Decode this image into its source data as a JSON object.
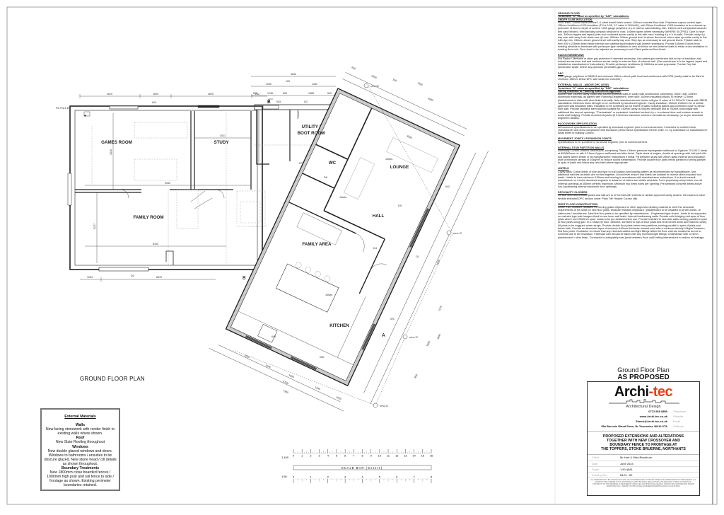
{
  "plan": {
    "title": "GROUND FLOOR PLAN",
    "rooms": {
      "games_room": "GAMES ROOM",
      "study": "STUDY",
      "family_room": "FAMILY ROOM",
      "utility_1": "UTILITY /",
      "utility_2": "BOOT ROOM",
      "wc": "WC",
      "lounge": "LOUNGE",
      "hall": "HALL",
      "family_area": "FAMILY AREA",
      "kitchen": "KITCHEN"
    },
    "tags": {
      "w1": "W1",
      "w2": "W2",
      "w3": "W3",
      "w4": "W4",
      "w5": "W5",
      "w6": "W6",
      "d1": "D1",
      "d2": "D2",
      "d3": "D3",
      "d4": "D4",
      "d5": "D5",
      "d6": "D6",
      "d7": "D7",
      "fit_point": "Fit Point B",
      "new_ic": "new IC",
      "joists": "Joists",
      "section_a": "A",
      "section_b": "B"
    },
    "dims": {
      "top": [
        "3610",
        "1600",
        "4625",
        "262"
      ],
      "study_w": "3021",
      "games_h": "3340",
      "family_w1": "9545",
      "family_w2": "8190",
      "family_h": "5227",
      "bottom": [
        "1264",
        "6576"
      ],
      "ext_top": [
        "4832",
        "100",
        "2260",
        "2462"
      ],
      "ext_top2": [
        "563",
        "1246",
        "890",
        "1585",
        "542"
      ],
      "diag_top": [
        "7300",
        "4800",
        "2500",
        "100",
        "650"
      ],
      "lounge_w": "4500",
      "kitchen_bottom": [
        "1650",
        "1246",
        "1800",
        "1246",
        "1650"
      ],
      "kitchen_total": [
        "6750",
        "7300"
      ],
      "right": [
        "1850",
        "2175",
        "1850",
        "3000",
        "850"
      ]
    }
  },
  "scale_bar": {
    "label": "SCALE BAR (meters)",
    "scale_1": "1:100",
    "scale_2": "1:50",
    "ticks_1": [
      "0",
      "1",
      "2",
      "3",
      "4",
      "5",
      "6",
      "7",
      "8",
      "9",
      "10",
      "11",
      "12",
      "13",
      "14",
      "15",
      "16"
    ],
    "ticks_2": [
      "0",
      "1",
      "2",
      "3",
      "4",
      "5",
      "6",
      "7",
      "8"
    ]
  },
  "external_materials": {
    "title": "External Materials",
    "walls_h": "Walls",
    "walls": "New facing stonework with render finish to existing walls where shown.",
    "roof_h": "Roof",
    "roof": "New Slate Roofing throughout",
    "windows_h": "Windows",
    "windows": "New double glazed windows and doors. Windows to bathrooms / ensuites to be obscure glazed. New stone head / cill details as shown throughout.",
    "boundary_h": "Boundary Treatments",
    "boundary": "New 1800mm close boarded fences / 1000mm high post and rail fence to side / frontage as shown. Existing perimeter boundaries retained."
  },
  "notes": [
    {
      "heading": "GROUND FLOOR",
      "subs": [
        "To achieve \"U\" value as specified by \"SAP\" calculations.",
        "UNDER SLAB INSULATION:"
      ],
      "body": "Floor finish - 65mm sand/cement 1:4, steel trowel finish screed. 100mm concrete floor slab. Polythene vapour control layer. 150mm Kooltherm K103 insulation (FH is 0.38, \"U\" value 0.11W/m²K), with 25mm Kooltherm K103 insulation to be returned up perimeter of floor to depth of screed. 1200 gauge polythene d.p.m. laid on sand blinding. Min. 150mm well compacted hardcore bed sand blinded. Mechanically compact hardcore in max. 150mm layers where necessary (WHERE SLOPED). Dpm to have min. 300mm lapped and taped joints and continued across cavity to link with new / existing d.p.c.'s in walls. Provide cavity d.p. tray over with weep hole ducts over @ max. 900ctrs. Where ground level is above floor level, return dpm up inside cavity to link with dpc min. 150mm above ground level with cavity tray over. Step dpc as necessary to suit ground levels. Thicken slab to form 450 x 225mm deep below internal non loadbearing blockwork wall (where necessary). Provide 100mm Ø ducts from existing airbricks to terminate with periscope type ventilators to new air bricks on new external walls to retain cross ventilation to existing floor void. Floor level to be adjusted as necessary to suit Client preferred floor finish."
    },
    {
      "heading": "RADON MEMBRANE",
      "subs": [],
      "body": "Full Radon / Methane or other gas protection if deemed necessary. Use patent gas membrane laid on top of insulation and extend across inner leaf and continue across cavity to external face of external wall. (Gas membrane is to be lapped, taped and installed as manufacturers' instructions). Provide periscope ventilators @ 1500ctrs around proposals. Provide \"top hat penetration seals\" where any pipework penetrates gas membrane."
    },
    {
      "heading": "DPC",
      "subs": [],
      "body": "1200 gauge polythene to BS6515 set minimum 150mm above path level and continuous with DPM (cavity walls to be filled to minimum 150mm below DPC with weak mix concrete)."
    },
    {
      "heading": "EXTERNAL WALLS - ABOVE DPC LEVEL",
      "subs": [
        "To achieve \"U\" value as specified by \"SAP\" calculations.",
        "Facing materials to Planning Authorities approval."
      ],
      "body": "400mm with 150mm cavity. Build new 400mm external walls in cavity wall construction comprising: Outer Leaf: 100mm stonework externally, as agreed with Planning Department. Inner skin: 100mm insulating blocks, to receive 12.5mm plasterboard on dabs with skim finish internally. Note standard aircrete blocks will give U value of 0.17W/m²K Check with SBEM calculations. Minimum block strength to be confirmed by structural engineer. Cavity insulation: 150mm Dritherm 32 or similar approved wall insulation batts. Insulation to be continued up full extent of walls including gables and continued down to below floor slab. Provide stainless steel wall ties suitable for 150mm cavity at 450ctrs vertically and at 750ctrs horizontally with additional ties around openings. \"Thermabate\" or equivalent, insulated vertical d.p.c. to external door and window reveals to avoid cold bridging. Provide movements joints @ 9.0metres maximum centres in all walls as necessary. (or as per structural engineers details)."
    },
    {
      "heading": "BLOCKWORK SPECIFICATION",
      "subs": [],
      "body": "All blockwork specifications to be specified by structural engineer prior to commencement. Contractor to confirm block manufacturer and show compliance with blockwork performance specification before order, i.e. by submission of manufacturers' detail sheet to building Control."
    },
    {
      "heading": "MOVEMENT JOINTS / EXPANSION JOINTS",
      "subs": [],
      "body": "Specifications to be specified by structural engineer prior to commencement."
    },
    {
      "heading": "INTERNAL STUD PARTITION WALLS",
      "subs": [],
      "body": "Nominally 100mm, exterior dimensions, comprising 75mm x 50mm pressure impregnated softwood or Gyptone 70 0 50 C studs at 600/600mm c/c with 12.5mm Gyproc wallboard and skim finish. Triple studs at angles, double at openings with half-joint cills and plates where timber or as manufacturers' instructions if metal. Fill between studs with 25mm glass mineral wool insulation (with a minimum density of 10kg/m³) to reduce sound transmission. Provide double floor joists below partitions running parallel to span of joists and below any new bath where appropriate."
    },
    {
      "heading": "LINTELS",
      "subs": [],
      "body": "Cavity walls: Catnic lintels of size and type to suit location and loading pattern as recommended by manufacturer. Use additional wall ties as lintels are not tied together. At roof level ensure that lintels are suitable to receive direct imposed roof loads. Lintels to have minimum 150mm end bearing in accordance with manufacturers instructions. If in doubt consult manufacturer or involve structural engineer in advance of orders and obtain schedule. Form proprietary weep-holes over all external openings at 450mm centres maximum. Minimum two weep holes per opening. Pre-stressed concrete lintels above non-loadbearing internal blockwork door openings."
    },
    {
      "heading": "DPC/CAVITY CLOSERS",
      "subs": [],
      "body": "Vertical door and window jambs and sills are to be formed with Cellecta or similar approved cavity closers. Cill closers to have flexible extended DPC section under 'Plain Tile' Header Course cills."
    },
    {
      "heading": "FIRST FLOOR CONSTRUCTION",
      "subs": [],
      "body": "22mm T&G moisture resistant P5 flooring grade chipboard or other approved decking material to meet the structural requirements of BS 5268 on new floor joists. Moisture resistant chipboard / plasterboard to be installed in all wet areas, i.e. bathrooms / ensuites etc. New first floor joists to be specified by manufacturer - Engineered type shown. Joists to be supported on restraint type joist hangers fixed to new inner wall leafs / internal loadbearing walls. Provide solid bridging mid-span of floor joists where over 2500mm span. Joists to be pre-treated before use. Provide restraint to new side walls running parallel to span of floor joists using galv. m.s. straps @ max. 1500ctrs, screwed to tops of floor joists and ends turned down and built into cavity. All joists to be noggued under straps. Provide double floor joists below new partitions running parallel to span of joists and below bath. Provide an absorbent layer of minimum 100mm thickness mineral wool with a minimum density 10kg/m³ between first floor joists. Contractor to ensure that any electrical cables and light fittings within the floor void are located so as not to overheat due to the insulation. Particular care should be taken with any recessed light fittings. Underdrawn with 12.5mm plasterboard + skim finish. Contractor to adequately seal joints between floor/ wall/ ceiling intersections to reduce air leakage."
    }
  ],
  "drawing_title": {
    "line1": "Ground Floor Plan",
    "line2": "AS PROPOSED"
  },
  "title_block": {
    "logo_a": "Archi",
    "logo_dash": "-",
    "logo_b": "tec",
    "logo_sub": "Architectural Design",
    "accent": "#e8401c",
    "contacts": [
      {
        "value": "0772 565 8850",
        "key": "Telephone"
      },
      {
        "value": "www.Archi-tec.co.uk",
        "key": "Website"
      },
      {
        "value": "Simon@Archi-tec.co.uk",
        "key": "Email"
      },
      {
        "value": "35a Burcote Wood Farm, Nr Towcester, NN12 6TA",
        "key": "Address"
      }
    ],
    "project": [
      "PROPOSED EXTENSIONS AND ALTERATIONS",
      "TOGETHER WITH NEW CROSSOVER AND",
      "BOUNDARY FENCE TO FRONTAGE AT",
      "THE TOPPERS, STOKE BRUERNE, NORTHANTS"
    ],
    "info": [
      {
        "key": "Client",
        "value": "Mr Hart & Miss Blackburn"
      },
      {
        "key": "Date",
        "value": "June 2024"
      },
      {
        "key": "Scale",
        "value": "1:50 @A1"
      },
      {
        "key": "Drawing No",
        "value": "B124 - 50"
      }
    ],
    "disclaimer": "ALL DIMENSIONS TO BE CHECKED ON SITE. ANY DISCREPANCIES TO BE DISCUSSED AND AGREED PRIOR TO PROCEEDING. ALL WORKS TO BE CARRIED OUT IN ACCORDANCE WITH BUILDING REGULATIONS AND RELEVANT CODES OF PRACTICE. COPYRIGHT OF THIS DRAWING IS RETAINED BY ARCHI-TEC ARCHITECTURAL DESIGN. STRUCTURAL INFORMATION SHOWN INDICATIVE ONLY - REFER TO STRUCTURAL ENGINEERS DRAWINGS AND CALCULATIONS."
  }
}
